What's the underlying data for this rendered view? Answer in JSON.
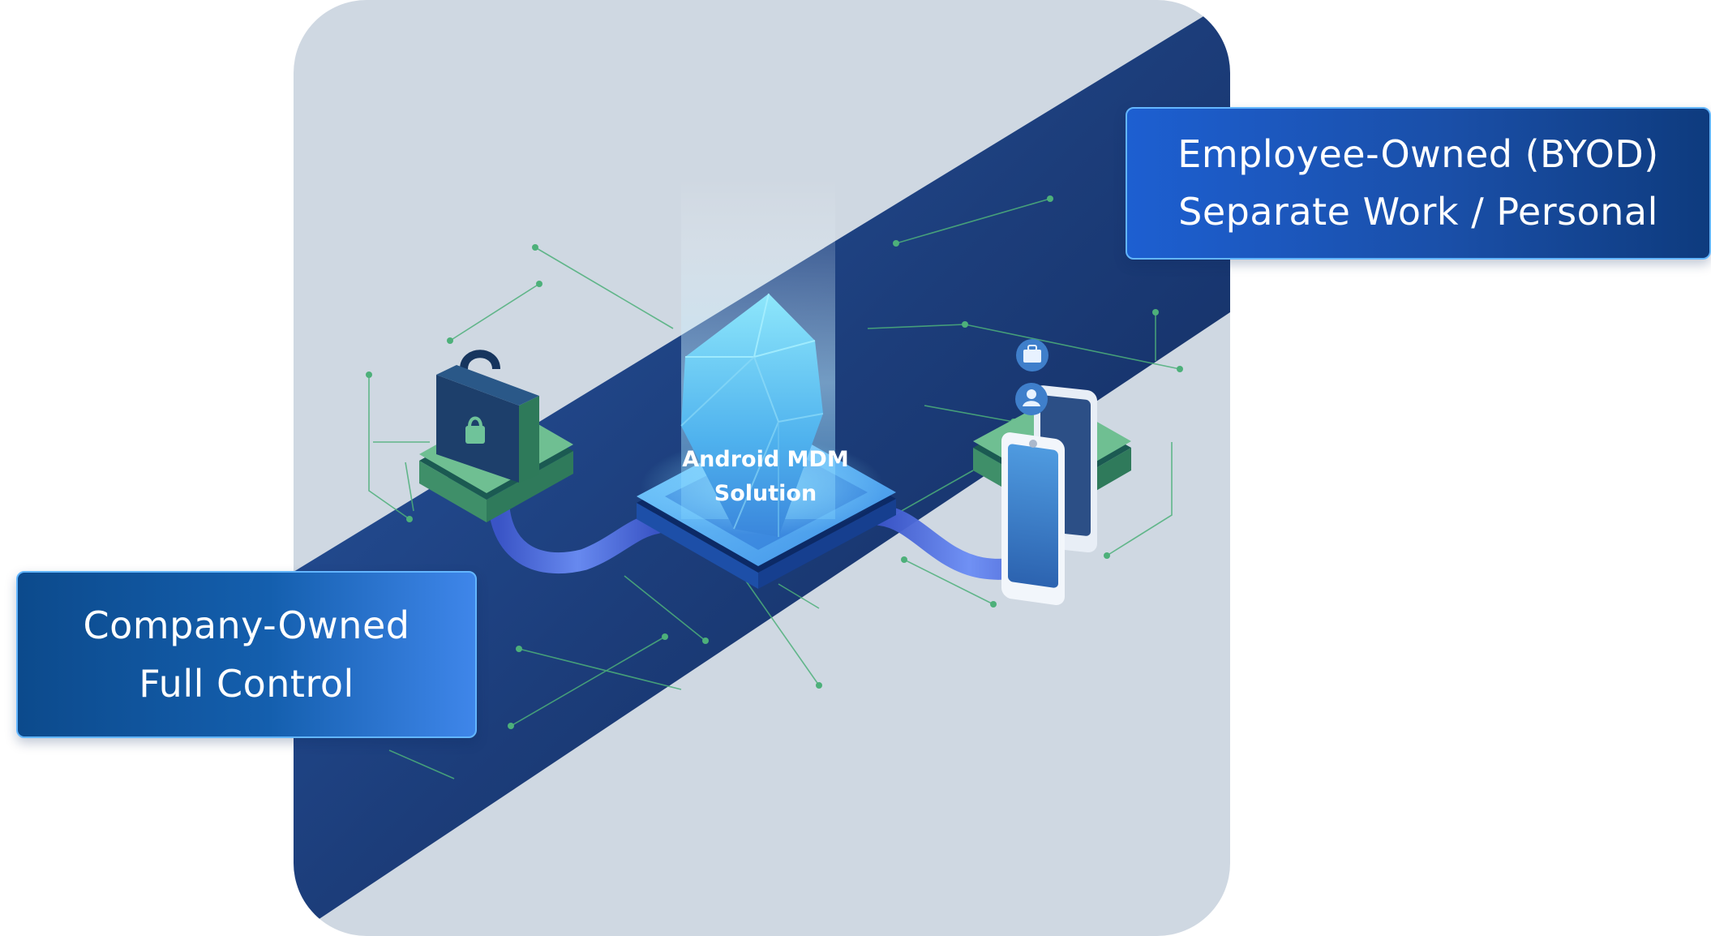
{
  "center_node": {
    "line1": "Android MDM",
    "line2": "Solution"
  },
  "left_callout": {
    "line1": "Company-Owned",
    "line2": "Full Control"
  },
  "right_callout": {
    "line1": "Employee-Owned (BYOD)",
    "line2": "Separate Work / Personal"
  },
  "colors": {
    "panel_background": "#cfd8e2",
    "diagonal_band": "#1c3d7a",
    "crystal": "#5fc8f5",
    "platform_green": "#5fae86",
    "callout_blue": "#145fae",
    "circuit_green": "#4db07a"
  },
  "icons": {
    "left_device": "locked-briefcase-icon",
    "center": "crystal-gem-icon",
    "right_device": "smartphones-icon"
  }
}
